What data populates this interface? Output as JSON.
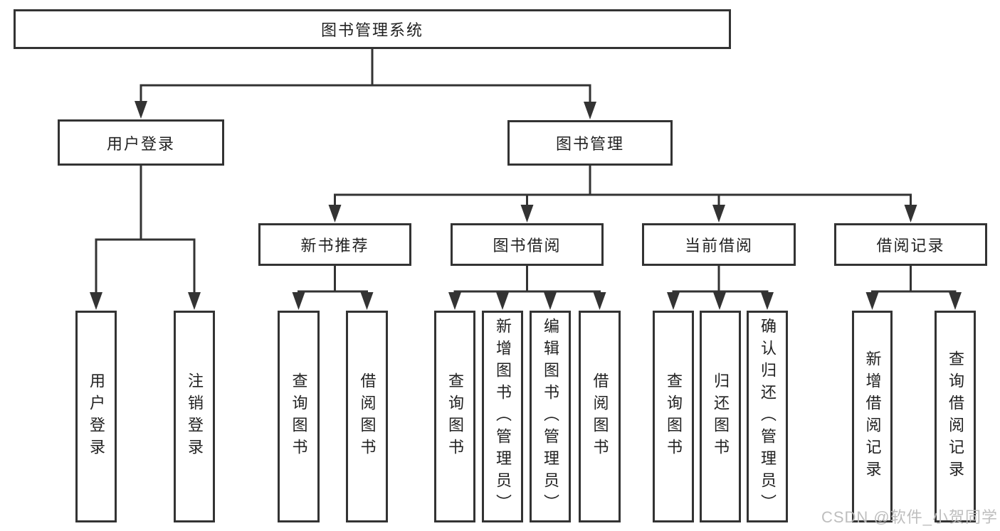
{
  "diagram": {
    "root": {
      "label": "图书管理系统"
    },
    "branches": [
      {
        "label": "用户登录",
        "children": [
          {
            "label": "用户登录"
          },
          {
            "label": "注销登录"
          }
        ]
      },
      {
        "label": "图书管理",
        "children": [
          {
            "label": "新书推荐",
            "children": [
              {
                "label": "查询图书"
              },
              {
                "label": "借阅图书"
              }
            ]
          },
          {
            "label": "图书借阅",
            "children": [
              {
                "label": "查询图书"
              },
              {
                "label": "新增图书（管理员）"
              },
              {
                "label": "编辑图书（管理员）"
              },
              {
                "label": "借阅图书"
              }
            ]
          },
          {
            "label": "当前借阅",
            "children": [
              {
                "label": "查询图书"
              },
              {
                "label": "归还图书"
              },
              {
                "label": "确认归还（管理员）"
              }
            ]
          },
          {
            "label": "借阅记录",
            "children": [
              {
                "label": "新增借阅记录"
              },
              {
                "label": "查询借阅记录"
              }
            ]
          }
        ]
      }
    ]
  },
  "watermark": {
    "text": "CSDN @软件_小贺同学"
  },
  "colors": {
    "line": "#333333",
    "box_background": "#ffffff",
    "text": "#222222",
    "watermark": "#bbbbbb"
  }
}
